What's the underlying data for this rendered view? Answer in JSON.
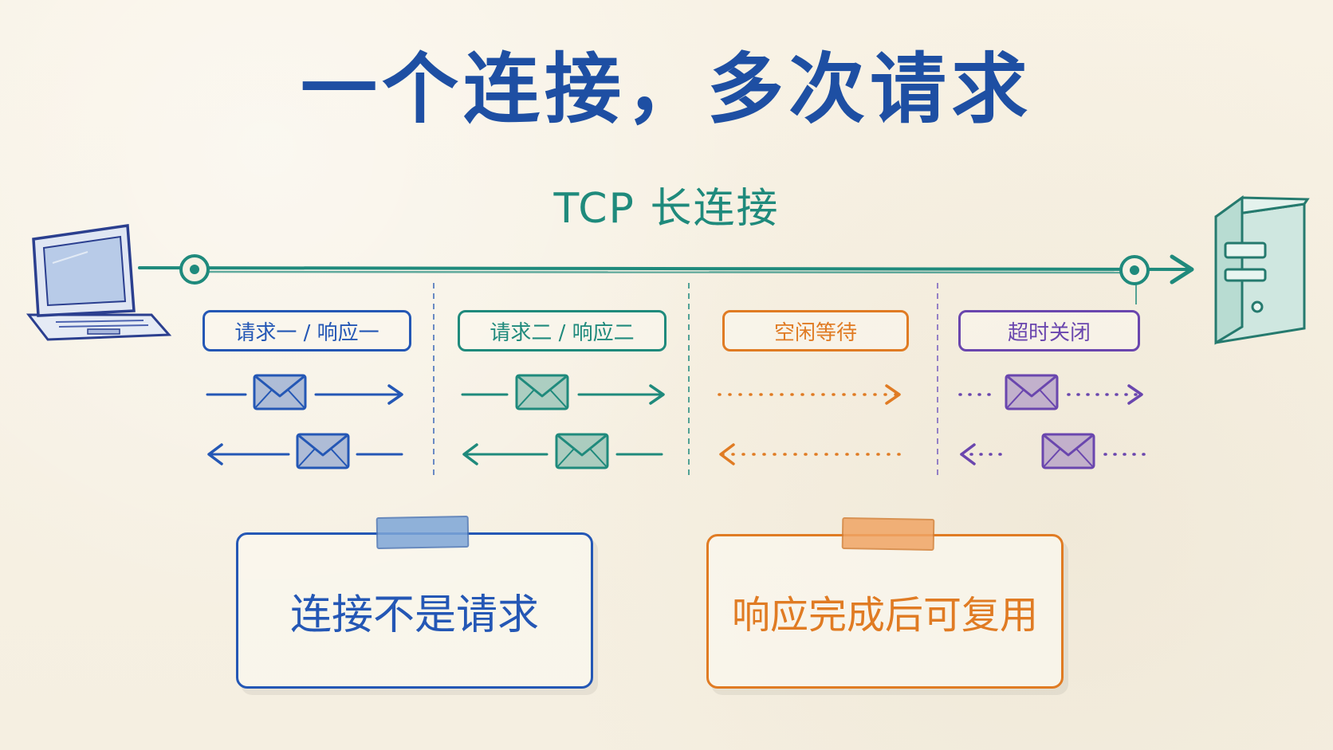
{
  "title": "一个连接，多次请求",
  "connection_label": "TCP 长连接",
  "phases": [
    {
      "label": "请求一 / 响应一",
      "color": "#2457b5"
    },
    {
      "label": "请求二 / 响应二",
      "color": "#1f8a7c"
    },
    {
      "label": "空闲等待",
      "color": "#e07b23"
    },
    {
      "label": "超时关闭",
      "color": "#6a46ae"
    }
  ],
  "notes": [
    {
      "text": "连接不是请求",
      "color": "#2457b5",
      "tape_color": "#7ea6d8"
    },
    {
      "text": "响应完成后可复用",
      "color": "#e07b23",
      "tape_color": "#f0a565"
    }
  ],
  "icons": {
    "client": "laptop-icon",
    "server": "server-tower-icon",
    "message": "envelope-icon"
  }
}
